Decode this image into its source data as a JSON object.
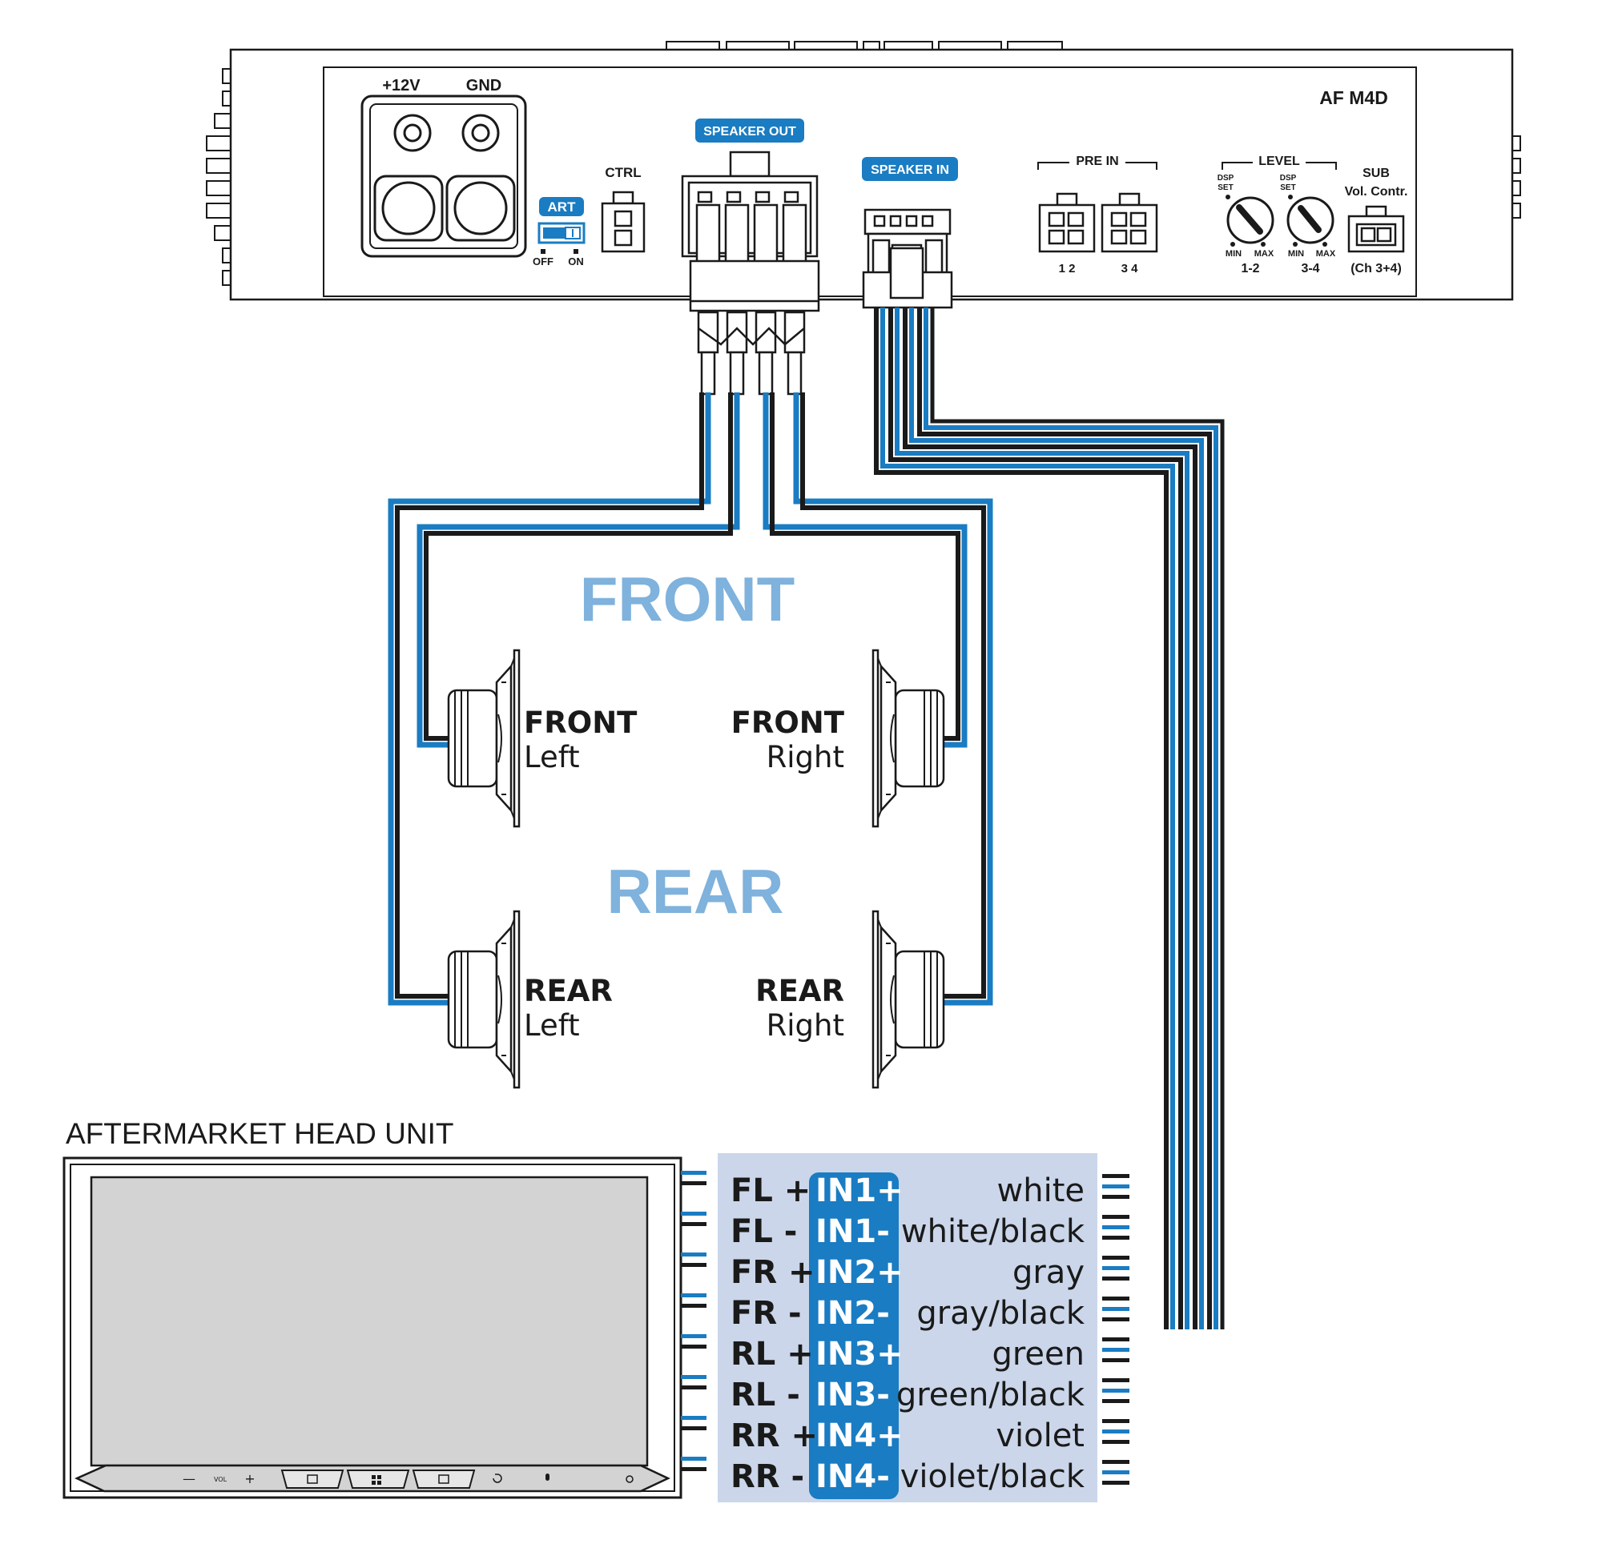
{
  "amplifier": {
    "model": "AF M4D",
    "power_plus": "+12V",
    "power_gnd": "GND",
    "art_badge": "ART",
    "art_off": "OFF",
    "art_on": "ON",
    "ctrl": "CTRL",
    "speaker_out": "SPEAKER OUT",
    "speaker_in": "SPEAKER IN",
    "pre_in": "PRE IN",
    "pre_in_ch12": "1 2",
    "pre_in_ch34": "3 4",
    "level": "LEVEL",
    "dsp": "DSP",
    "set": "SET",
    "min": "MIN",
    "max": "MAX",
    "level_12": "1-2",
    "level_34": "3-4",
    "sub": "SUB",
    "vol_contr": "Vol. Contr.",
    "ch34": "(Ch 3+4)"
  },
  "zones": {
    "front": "FRONT",
    "rear": "REAR"
  },
  "speakers": [
    {
      "bold": "FRONT",
      "sub": "Left"
    },
    {
      "bold": "FRONT",
      "sub": "Right"
    },
    {
      "bold": "REAR",
      "sub": "Left"
    },
    {
      "bold": "REAR",
      "sub": "Right"
    }
  ],
  "head_unit": {
    "title": "AFTERMARKET HEAD UNIT",
    "vol_minus": "—",
    "vol": "VOL",
    "vol_plus": "+"
  },
  "pinout": [
    {
      "ch": "FL +",
      "in": "IN1+",
      "color": "white"
    },
    {
      "ch": "FL -",
      "in": "IN1-",
      "color": "white/black"
    },
    {
      "ch": "FR +",
      "in": "IN2+",
      "color": "gray"
    },
    {
      "ch": "FR -",
      "in": "IN2-",
      "color": "gray/black"
    },
    {
      "ch": "RL +",
      "in": "IN3+",
      "color": "green"
    },
    {
      "ch": "RL -",
      "in": "IN3-",
      "color": "green/black"
    },
    {
      "ch": "RR +",
      "in": "IN4+",
      "color": "violet"
    },
    {
      "ch": "RR -",
      "in": "IN4-",
      "color": "violet/black"
    }
  ],
  "colors": {
    "accent_blue": "#1a7cc2",
    "zone_text": "#7fb2dc",
    "wire_blue": "#1a7cc2",
    "panel_bg": "#cbd6ea",
    "screen_gray": "#d3d3d3",
    "line": "#1a1a1a"
  }
}
